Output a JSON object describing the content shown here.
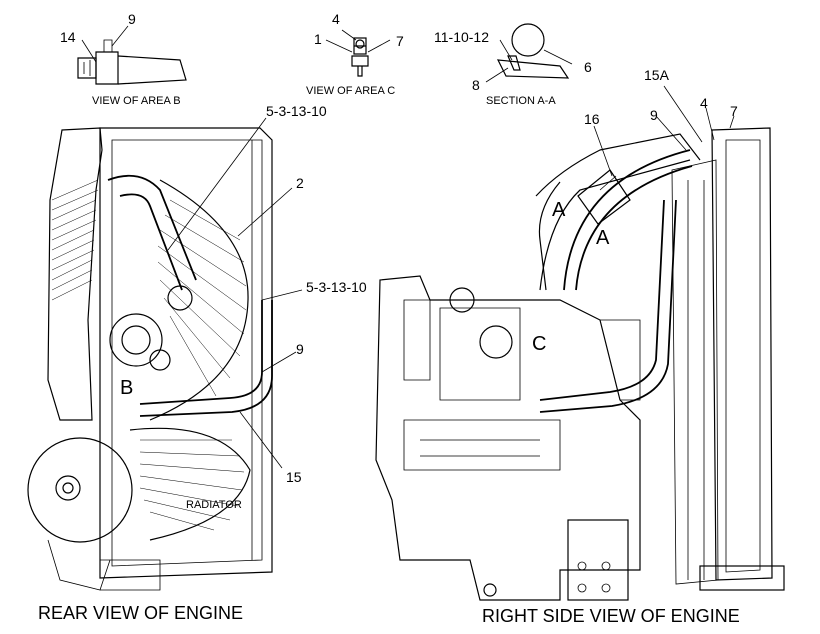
{
  "views": {
    "area_b": "VIEW OF AREA  B",
    "area_c": "VIEW OF AREA  C",
    "section": "SECTION  A-A",
    "rear": "REAR  VIEW OF ENGINE",
    "right": "RIGHT SIDE VIEW OF ENGINE"
  },
  "labels": {
    "radiator": "RADIATOR"
  },
  "callouts": {
    "b14": "14",
    "b9": "9",
    "c4": "4",
    "c1": "1",
    "c7": "7",
    "s_top": "11-10-12",
    "s6": "6",
    "s8": "8",
    "r_top": "5-3-13-10",
    "r2": "2",
    "r_mid": "5-3-13-10",
    "r9": "9",
    "r15": "15",
    "s16": "16",
    "s15a": "15A",
    "s9": "9",
    "s4": "4",
    "s7": "7"
  },
  "letters": {
    "b": "B",
    "c": "C",
    "a1": "A",
    "a2": "A"
  }
}
